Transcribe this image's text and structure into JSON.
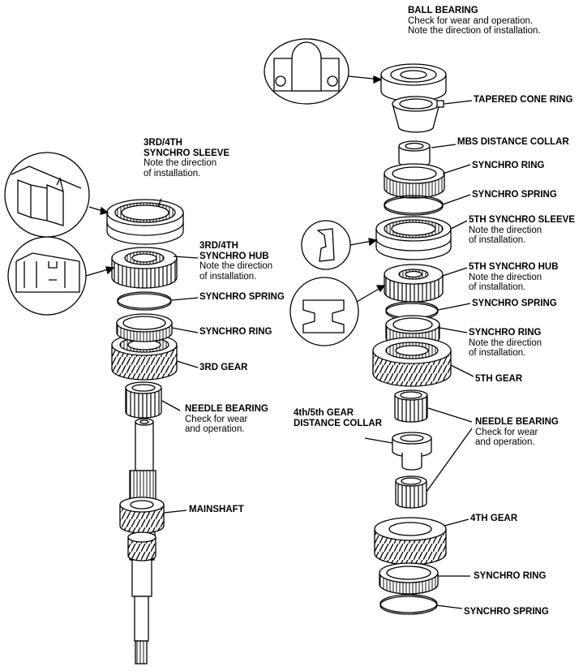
{
  "labels": {
    "ball_bearing": {
      "title": "BALL BEARING",
      "note1": "Check for wear and operation.",
      "note2": "Note the direction of installation."
    },
    "tapered_cone_ring": {
      "title": "TAPERED CONE RING"
    },
    "mbs_distance_collar": {
      "title": "MBS DISTANCE COLLAR"
    },
    "synchro_ring_upper": {
      "title": "SYNCHRO RING"
    },
    "synchro_spring_upper": {
      "title": "SYNCHRO SPRING"
    },
    "fifth_synchro_sleeve": {
      "title": "5TH SYNCHRO SLEEVE",
      "note1": "Note the direction",
      "note2": "of installation."
    },
    "fifth_synchro_hub": {
      "title": "5TH SYNCHRO HUB",
      "note1": "Note the direction",
      "note2": "of installation."
    },
    "synchro_spring_mid": {
      "title": "SYNCHRO SPRING"
    },
    "synchro_ring_mid": {
      "title": "SYNCHRO RING",
      "note1": "Note the direction",
      "note2": "of installation."
    },
    "fifth_gear": {
      "title": "5TH GEAR"
    },
    "fourth_fifth_collar": {
      "title1": "4th/5th GEAR",
      "title2": "DISTANCE COLLAR"
    },
    "needle_bearing_right": {
      "title": "NEEDLE BEARING",
      "note1": "Check for wear",
      "note2": "and operation."
    },
    "fourth_gear": {
      "title": "4TH GEAR"
    },
    "synchro_ring_lower": {
      "title": "SYNCHRO RING"
    },
    "synchro_spring_lower": {
      "title": "SYNCHRO SPRING"
    },
    "third_fourth_sleeve": {
      "title1": "3RD/4TH",
      "title2": "SYNCHRO SLEEVE",
      "note1": "Note the direction",
      "note2": "of installation."
    },
    "third_fourth_hub": {
      "title1": "3RD/4TH",
      "title2": "SYNCHRO HUB",
      "note1": "Note the direction",
      "note2": "of installation."
    },
    "synchro_spring_left": {
      "title": "SYNCHRO SPRING"
    },
    "synchro_ring_left": {
      "title": "SYNCHRO RING"
    },
    "third_gear": {
      "title": "3RD GEAR"
    },
    "needle_bearing_left": {
      "title": "NEEDLE BEARING",
      "note1": "Check for wear",
      "note2": "and operation."
    },
    "mainshaft": {
      "title": "MAINSHAFT"
    }
  }
}
